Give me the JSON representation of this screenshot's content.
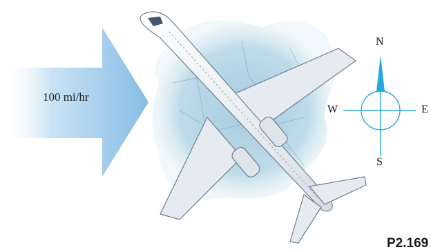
{
  "wind": {
    "label": "100 mi/hr",
    "arrow_color": "#8fc2e6"
  },
  "compass": {
    "north": "N",
    "south": "S",
    "east": "E",
    "west": "W",
    "color": "#29a8e0"
  },
  "figure": {
    "label": "P2.169"
  }
}
